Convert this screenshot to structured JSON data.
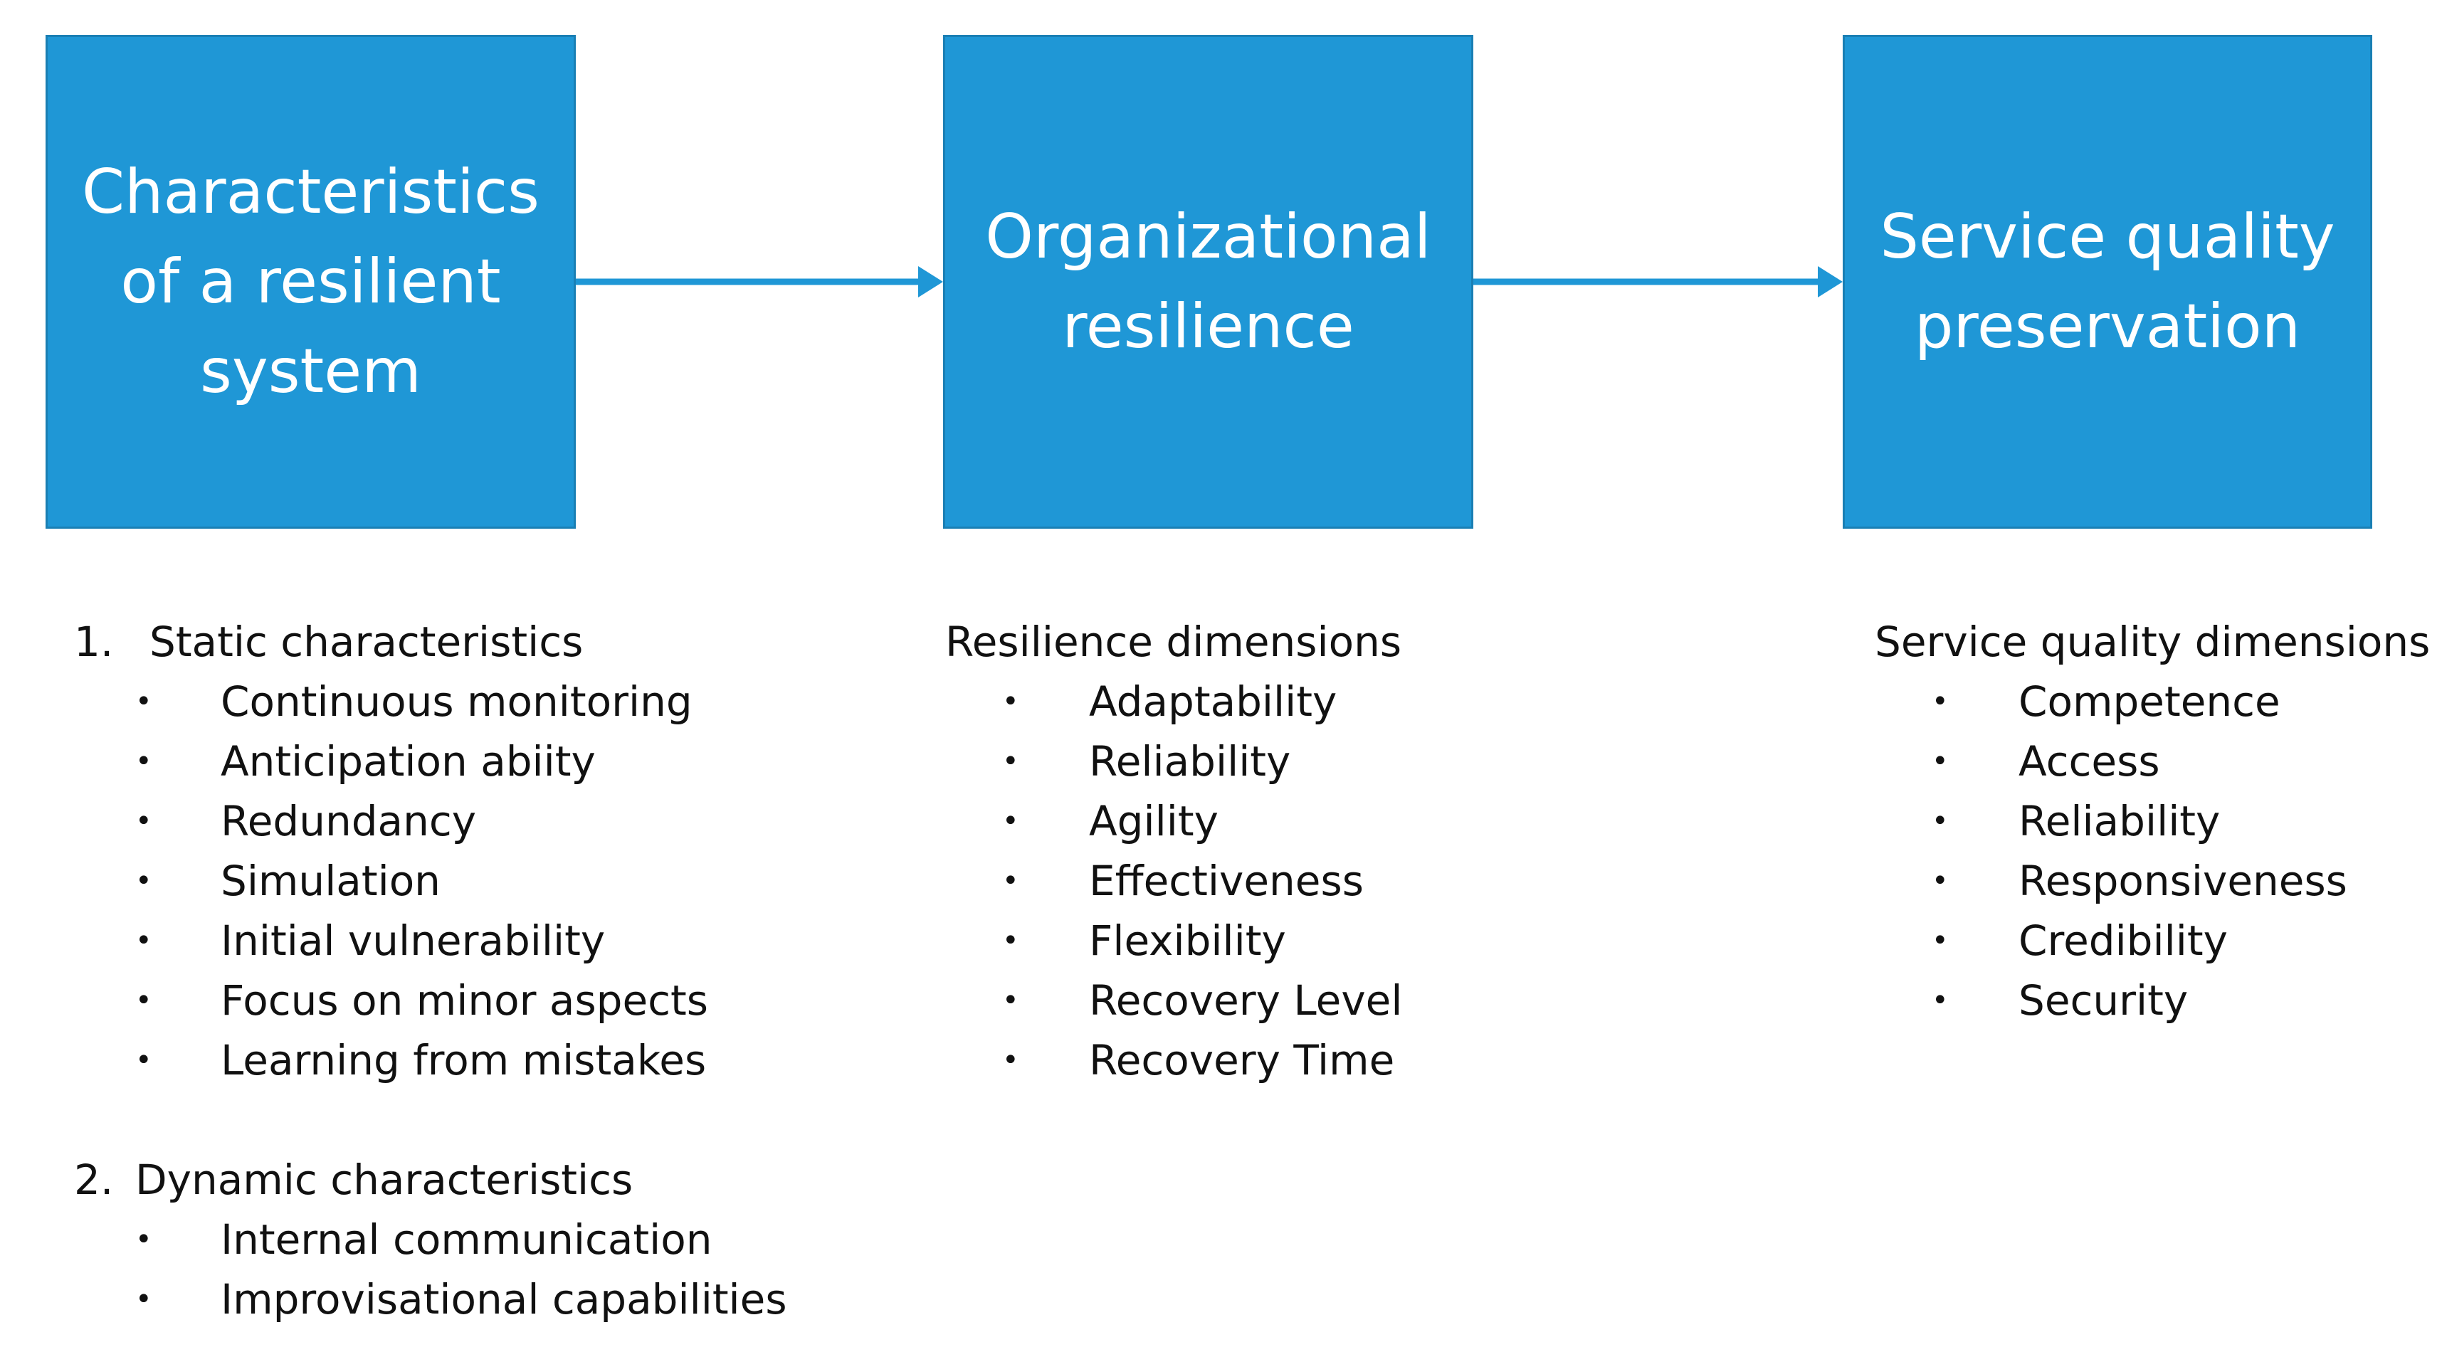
{
  "colors": {
    "box_fill": "#1f97d6",
    "box_border": "#1a7fb4",
    "arrow": "#1f97d6",
    "box_text": "#ffffff",
    "list_text": "#111111"
  },
  "boxes": [
    {
      "lines": [
        "Characteristics",
        "of a resilient",
        "system"
      ]
    },
    {
      "lines": [
        "Organizational",
        "resilience"
      ]
    },
    {
      "lines": [
        "Service quality",
        "preservation"
      ]
    }
  ],
  "bullet_symbol": "•",
  "characteristics": {
    "static": {
      "number": "1.",
      "title": "Static characteristics",
      "items": [
        "Continuous monitoring",
        "Anticipation abiity",
        "Redundancy",
        "Simulation",
        "Initial vulnerability",
        "Focus on minor aspects",
        "Learning from mistakes"
      ]
    },
    "dynamic": {
      "number": "2.",
      "title": "Dynamic characteristics",
      "items": [
        "Internal communication",
        "Improvisational capabilities"
      ]
    }
  },
  "resilience": {
    "title": "Resilience dimensions",
    "items": [
      "Adaptability",
      "Reliability",
      "Agility",
      "Effectiveness",
      "Flexibility",
      "Recovery Level",
      "Recovery Time"
    ]
  },
  "service_quality": {
    "title": "Service quality dimensions",
    "items": [
      "Competence",
      "Access",
      "Reliability",
      "Responsiveness",
      "Credibility",
      "Security"
    ]
  }
}
